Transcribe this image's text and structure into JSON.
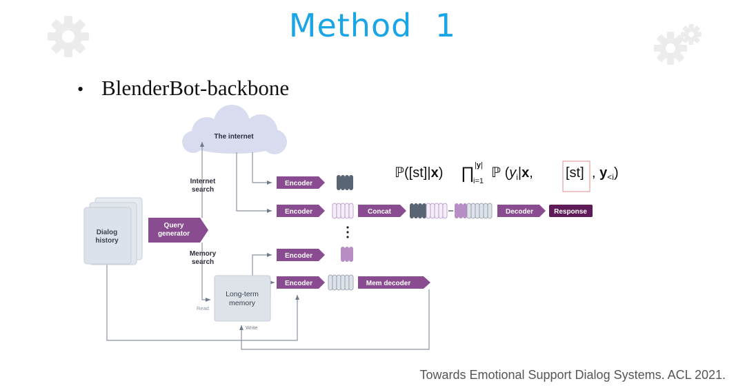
{
  "title": "Method  1",
  "bullet": "BlenderBot-backbone",
  "citation": "Towards Emotional Support Dialog Systems. ACL 2021.",
  "diagram": {
    "cloud_label": "The internet",
    "internet_search": [
      "Internet",
      "search"
    ],
    "memory_search": [
      "Memory",
      "search"
    ],
    "dialog_history": [
      "Dialog",
      "history"
    ],
    "query_generator": [
      "Query",
      "generator"
    ],
    "long_term_memory": [
      "Long-term",
      "memory"
    ],
    "read_label": "Read",
    "write_label": "Write",
    "encoder": "Encoder",
    "concat": "Concat",
    "decoder": "Decoder",
    "response": "Response",
    "mem_decoder": "Mem decoder",
    "colors": {
      "purple": "#8a4c90",
      "dark_purple": "#5e1b57",
      "slate": "#5a6574",
      "lavender": "#e6dcee",
      "light_purple": "#b78ec4",
      "cloud": "#d9dcee",
      "box": "#dee3ea",
      "title": "#1aa6e6"
    }
  },
  "formula": {
    "prob_symbol": "ℙ",
    "st_token": "[st]"
  }
}
